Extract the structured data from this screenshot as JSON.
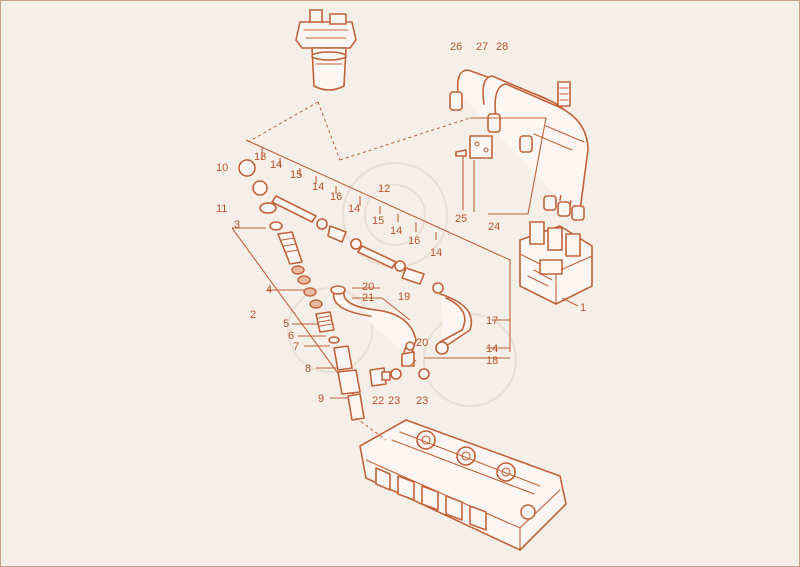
{
  "callouts": [
    {
      "id": "c1",
      "label": "1"
    },
    {
      "id": "c2",
      "label": "2"
    },
    {
      "id": "c3",
      "label": "3"
    },
    {
      "id": "c4",
      "label": "4"
    },
    {
      "id": "c5",
      "label": "5"
    },
    {
      "id": "c6",
      "label": "6"
    },
    {
      "id": "c7",
      "label": "7"
    },
    {
      "id": "c8",
      "label": "8"
    },
    {
      "id": "c9",
      "label": "9"
    },
    {
      "id": "c10",
      "label": "10"
    },
    {
      "id": "c11",
      "label": "11"
    },
    {
      "id": "c12",
      "label": "12"
    },
    {
      "id": "c13",
      "label": "13"
    },
    {
      "id": "c14a",
      "label": "14"
    },
    {
      "id": "c14b",
      "label": "14"
    },
    {
      "id": "c14c",
      "label": "14"
    },
    {
      "id": "c14d",
      "label": "14"
    },
    {
      "id": "c14e",
      "label": "14"
    },
    {
      "id": "c14f",
      "label": "14"
    },
    {
      "id": "c15a",
      "label": "15"
    },
    {
      "id": "c15b",
      "label": "15"
    },
    {
      "id": "c16a",
      "label": "16"
    },
    {
      "id": "c16b",
      "label": "16"
    },
    {
      "id": "c17",
      "label": "17"
    },
    {
      "id": "c18",
      "label": "18"
    },
    {
      "id": "c19",
      "label": "19"
    },
    {
      "id": "c20a",
      "label": "20"
    },
    {
      "id": "c20b",
      "label": "20"
    },
    {
      "id": "c21",
      "label": "21"
    },
    {
      "id": "c22",
      "label": "22"
    },
    {
      "id": "c23a",
      "label": "23"
    },
    {
      "id": "c23b",
      "label": "23"
    },
    {
      "id": "c24",
      "label": "24"
    },
    {
      "id": "c25",
      "label": "25"
    },
    {
      "id": "c26",
      "label": "26"
    },
    {
      "id": "c27",
      "label": "27"
    },
    {
      "id": "c28",
      "label": "28"
    }
  ],
  "colors": {
    "background": "#f5efe7",
    "line": "#c0633d",
    "text": "#b9552f"
  }
}
